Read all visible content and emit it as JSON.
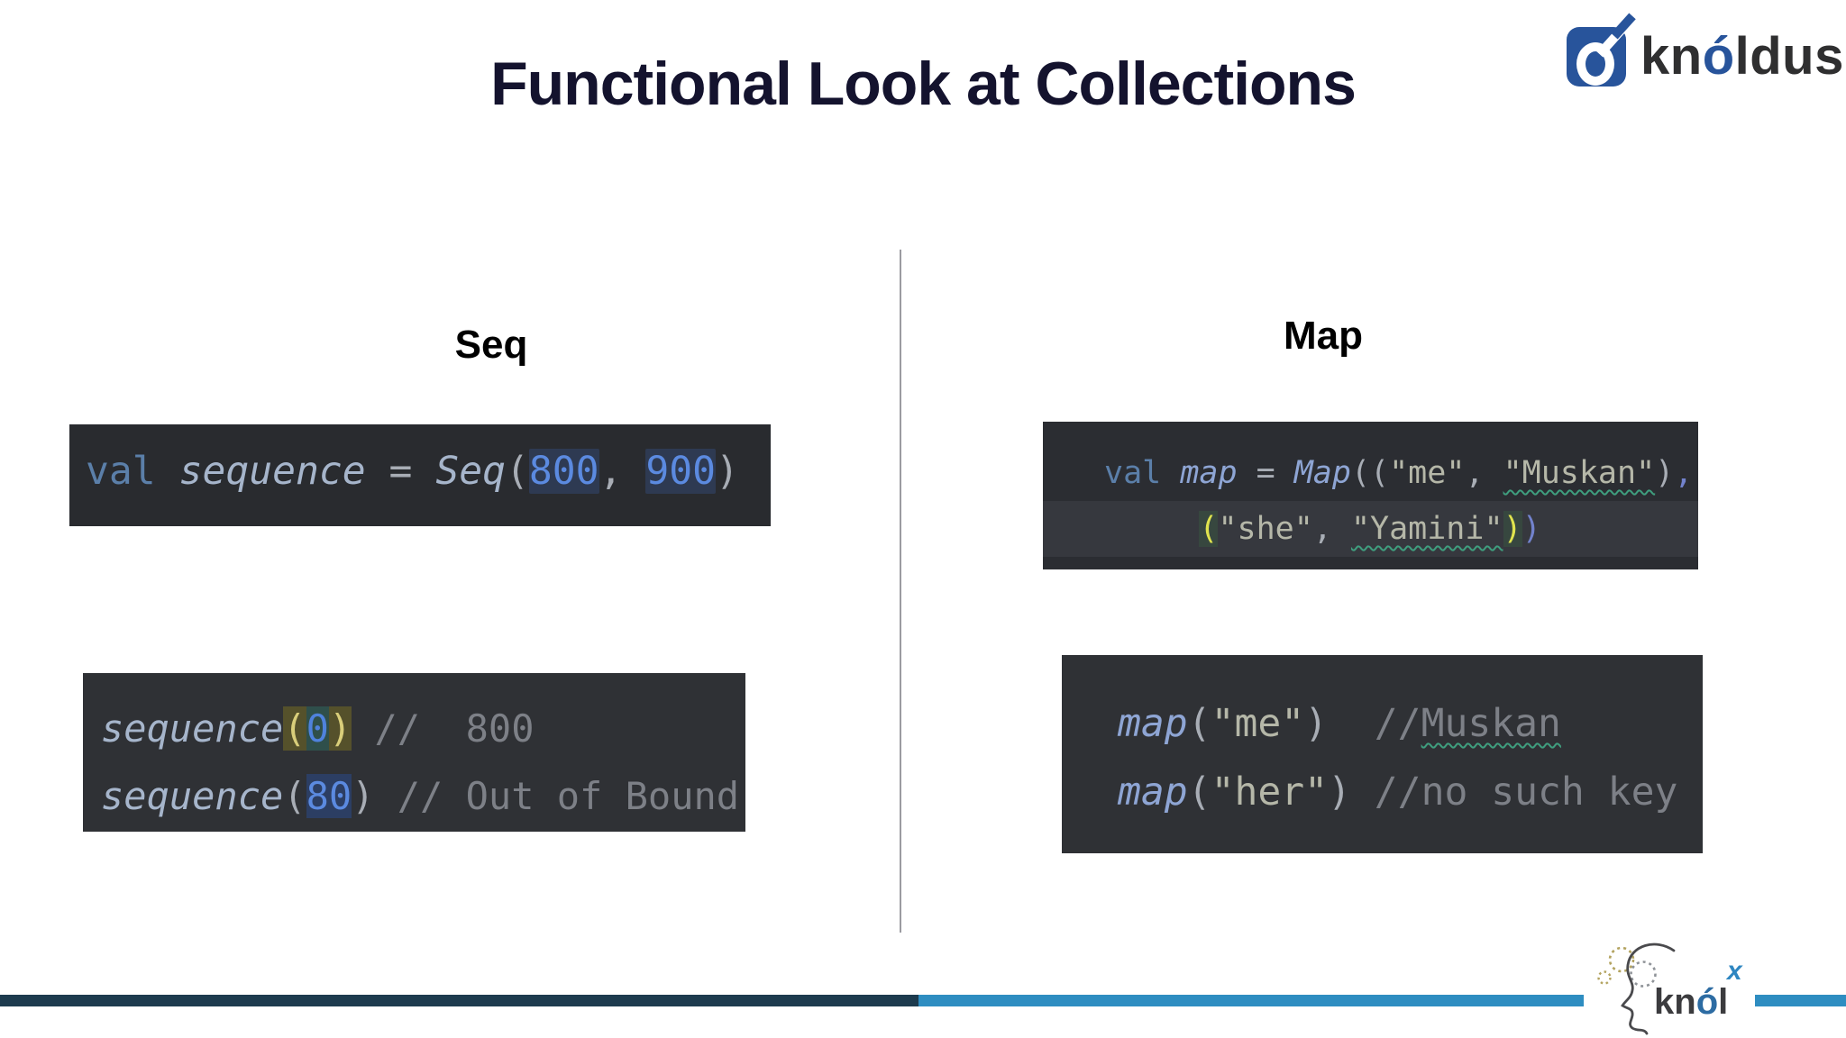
{
  "slide_title": "Functional Look at Collections",
  "brand": {
    "kn": "kn",
    "o": "ó",
    "ldus": "ldus"
  },
  "sections": {
    "seq": {
      "header": "Seq"
    },
    "map": {
      "header": "Map"
    }
  },
  "code": {
    "seq_def": {
      "lines": [
        {
          "hl": false,
          "tokens": [
            {
              "t": "val",
              "c": "kw"
            },
            {
              "t": " ",
              "c": "pl"
            },
            {
              "t": "sequence",
              "c": "fn"
            },
            {
              "t": " = ",
              "c": "pl"
            },
            {
              "t": "Seq",
              "c": "fn"
            },
            {
              "t": "(",
              "c": "pl"
            },
            {
              "t": "800",
              "c": "num"
            },
            {
              "t": ", ",
              "c": "pl"
            },
            {
              "t": "900",
              "c": "num"
            },
            {
              "t": ")",
              "c": "pl"
            }
          ]
        }
      ]
    },
    "seq_access": {
      "lines": [
        {
          "hl": false,
          "tokens": [
            {
              "t": "sequence",
              "c": "fn"
            },
            {
              "t": "(",
              "c": "brY"
            },
            {
              "t": "0",
              "c": "num0"
            },
            {
              "t": ")",
              "c": "brY"
            },
            {
              "t": " ",
              "c": "pl"
            },
            {
              "t": "//  800",
              "c": "cm"
            }
          ]
        },
        {
          "hl": false,
          "tokens": [
            {
              "t": "sequence",
              "c": "fn"
            },
            {
              "t": "(",
              "c": "pl"
            },
            {
              "t": "80",
              "c": "num80"
            },
            {
              "t": ")",
              "c": "pl"
            },
            {
              "t": " ",
              "c": "pl"
            },
            {
              "t": "// Out of Bound",
              "c": "cm"
            }
          ]
        }
      ]
    },
    "map_def": {
      "lines": [
        {
          "hl": false,
          "tokens": [
            {
              "t": "val",
              "c": "kw"
            },
            {
              "t": " ",
              "c": "pl"
            },
            {
              "t": "map",
              "c": "fnm"
            },
            {
              "t": " = ",
              "c": "pl"
            },
            {
              "t": "Map",
              "c": "fnm"
            },
            {
              "t": "((",
              "c": "pl"
            },
            {
              "t": "\"me\"",
              "c": "str"
            },
            {
              "t": ", ",
              "c": "pl"
            },
            {
              "t": "\"Muskan\"",
              "c": "strw"
            },
            {
              "t": ")",
              "c": "pl"
            },
            {
              "t": ",",
              "c": "prB"
            }
          ]
        },
        {
          "hl": true,
          "tokens": [
            {
              "t": "     ",
              "c": "pl"
            },
            {
              "t": "(",
              "c": "brG"
            },
            {
              "t": "\"she\"",
              "c": "str"
            },
            {
              "t": ", ",
              "c": "pl"
            },
            {
              "t": "\"Yamini\"",
              "c": "strw"
            },
            {
              "t": ")",
              "c": "brG"
            },
            {
              "t": ")",
              "c": "prB"
            }
          ]
        }
      ]
    },
    "map_access": {
      "lines": [
        {
          "hl": false,
          "tokens": [
            {
              "t": "map",
              "c": "fnm"
            },
            {
              "t": "(",
              "c": "pl"
            },
            {
              "t": "\"me\"",
              "c": "str"
            },
            {
              "t": ")",
              "c": "pl"
            },
            {
              "t": "  ",
              "c": "pl"
            },
            {
              "t": "//",
              "c": "cm"
            },
            {
              "t": "Muskan",
              "c": "cmw"
            }
          ]
        },
        {
          "hl": false,
          "tokens": [
            {
              "t": "map",
              "c": "fnm"
            },
            {
              "t": "(",
              "c": "pl"
            },
            {
              "t": "\"her\"",
              "c": "str"
            },
            {
              "t": ")",
              "c": "pl"
            },
            {
              "t": " ",
              "c": "pl"
            },
            {
              "t": "//no such key",
              "c": "cm"
            }
          ]
        }
      ]
    }
  },
  "footer": {
    "kn": "kn",
    "o": "ó",
    "l": "l",
    "x": "x"
  },
  "colors": {
    "brand_blue": "#28549b",
    "title_navy": "#14132e",
    "bar_dark": "#1d3b4e",
    "bar_blue": "#2e8dc1",
    "code_bg": "#2b2d31",
    "number_blue": "#4b7dd8",
    "brace_highlight_olive": "#55512b",
    "brace_highlight_teal": "#37473f",
    "wavy_underline": "#3f9e7e"
  }
}
